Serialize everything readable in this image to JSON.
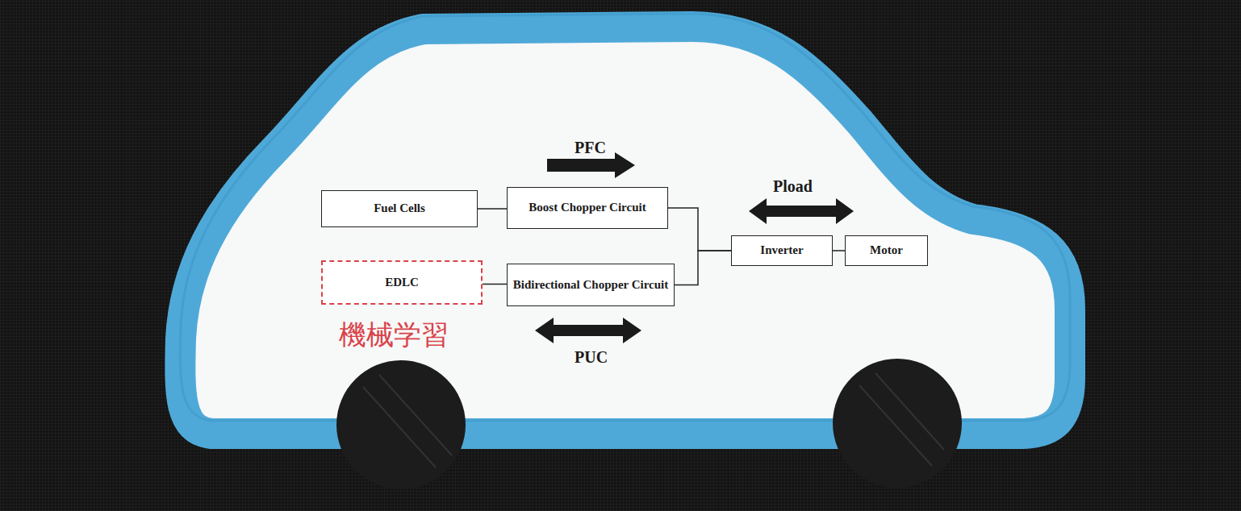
{
  "diagram": {
    "nodes": [
      {
        "text": [
          "Fuel Cells"
        ]
      },
      {
        "text": [
          "Boost Chopper Circuit"
        ]
      },
      {
        "text": [
          "EDLC"
        ]
      },
      {
        "text": [
          "Bidirectional Chopper Circuit"
        ]
      },
      {
        "text": [
          "Inverter"
        ]
      },
      {
        "text": [
          "Motor"
        ]
      }
    ],
    "edges": [
      {
        "from": 0,
        "to": 1,
        "arrow": "none"
      },
      {
        "from": 2,
        "to": 3,
        "arrow": "none"
      },
      {
        "from": 1,
        "to": 4,
        "arrow": "none"
      },
      {
        "from": 3,
        "to": 4,
        "arrow": "none"
      },
      {
        "from": 4,
        "to": 5,
        "arrow": "none"
      }
    ],
    "labels": [
      "PFC",
      "Pload",
      "PUC",
      "機械学習"
    ]
  }
}
